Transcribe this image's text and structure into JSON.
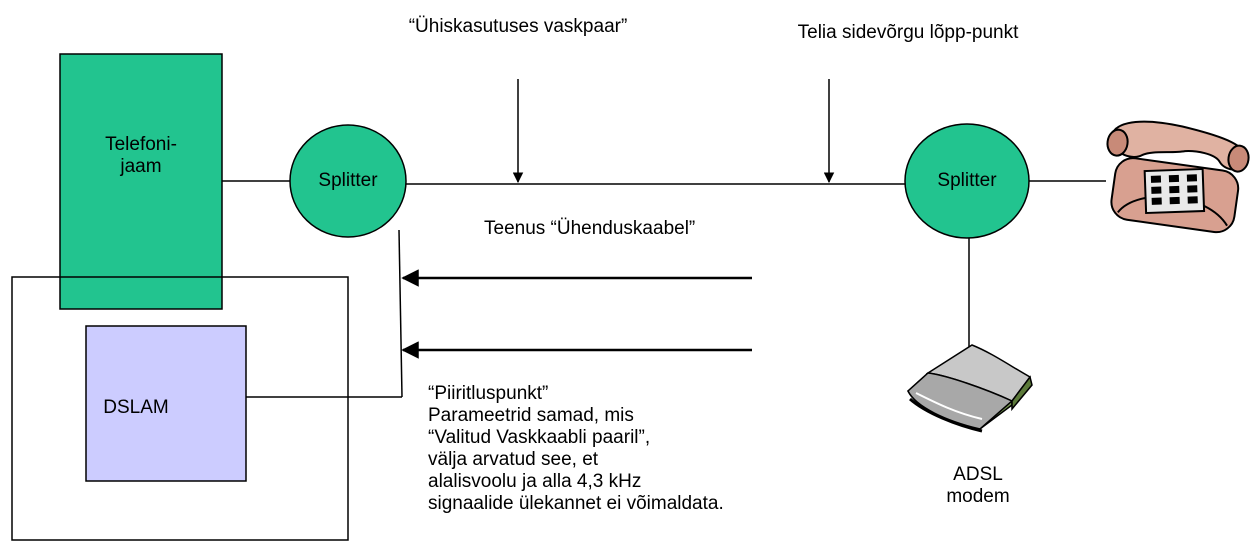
{
  "labels": {
    "shared_pair": "“Ühiskasutuses vaskpaar”",
    "endpoint": "Telia sidevõrgu lõpp-punkt",
    "exchange_line1": "Telefoni-",
    "exchange_line2": "jaam",
    "splitter_left": "Splitter",
    "splitter_right": "Splitter",
    "service": "Teenus “Ühenduskaabel”",
    "dslam": "DSLAM",
    "modem_line1": "ADSL",
    "modem_line2": "modem",
    "demarcation_lines": [
      "“Piiritluspunkt”",
      "Parameetrid samad, mis",
      "“Valitud Vaskkaabli paaril”,",
      "välja arvatud see, et",
      "alalisvoolu ja alla 4,3 kHz",
      "signaalide ülekannet ei võimaldata."
    ]
  },
  "icons": {
    "telephone": "telephone-icon",
    "modem": "adsl-modem-icon"
  },
  "colors": {
    "exchange_fill": "#22c48f",
    "splitter_fill": "#22c48f",
    "dslam_fill": "#ccccff",
    "line": "#000000"
  }
}
